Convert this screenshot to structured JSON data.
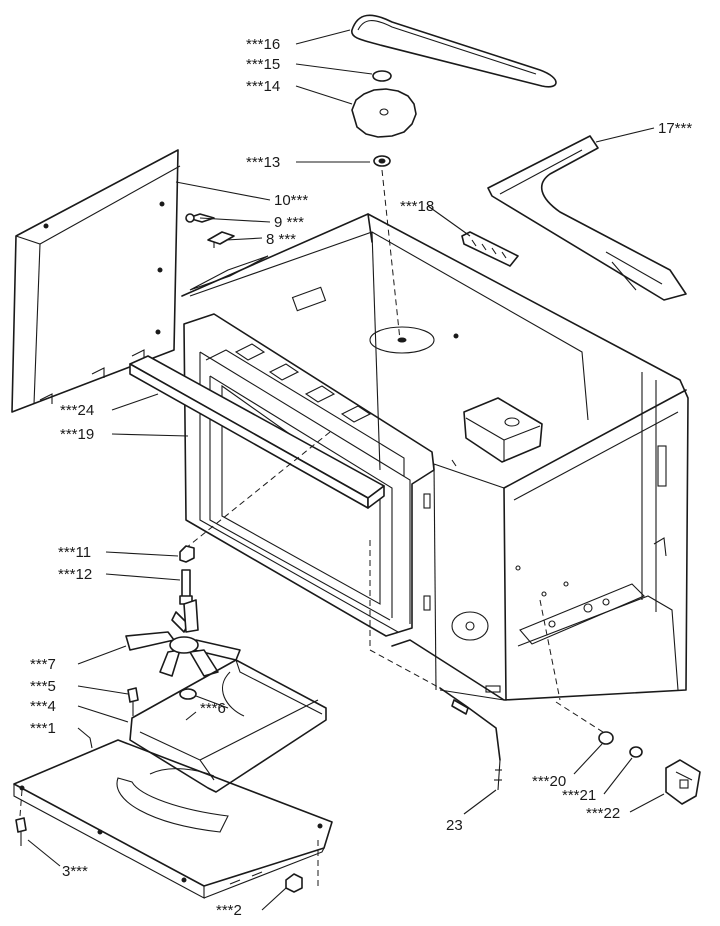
{
  "callouts": [
    {
      "id": "c16",
      "text": "***16"
    },
    {
      "id": "c15",
      "text": "***15"
    },
    {
      "id": "c14",
      "text": "***14"
    },
    {
      "id": "c17",
      "text": "17***"
    },
    {
      "id": "c13",
      "text": "***13"
    },
    {
      "id": "c10",
      "text": "10***"
    },
    {
      "id": "c18",
      "text": "***18"
    },
    {
      "id": "c9",
      "text": "9 ***"
    },
    {
      "id": "c8",
      "text": "8 ***"
    },
    {
      "id": "c24",
      "text": "***24"
    },
    {
      "id": "c19",
      "text": "***19"
    },
    {
      "id": "c11",
      "text": "***11"
    },
    {
      "id": "c12",
      "text": "***12"
    },
    {
      "id": "c7",
      "text": "***7"
    },
    {
      "id": "c5",
      "text": "***5"
    },
    {
      "id": "c6",
      "text": "***6"
    },
    {
      "id": "c4",
      "text": "***4"
    },
    {
      "id": "c1",
      "text": "***1"
    },
    {
      "id": "c20",
      "text": "***20"
    },
    {
      "id": "c21",
      "text": "***21"
    },
    {
      "id": "c22",
      "text": "***22"
    },
    {
      "id": "c23",
      "text": "23"
    },
    {
      "id": "c3",
      "text": "3***"
    },
    {
      "id": "c2",
      "text": "***2"
    }
  ]
}
